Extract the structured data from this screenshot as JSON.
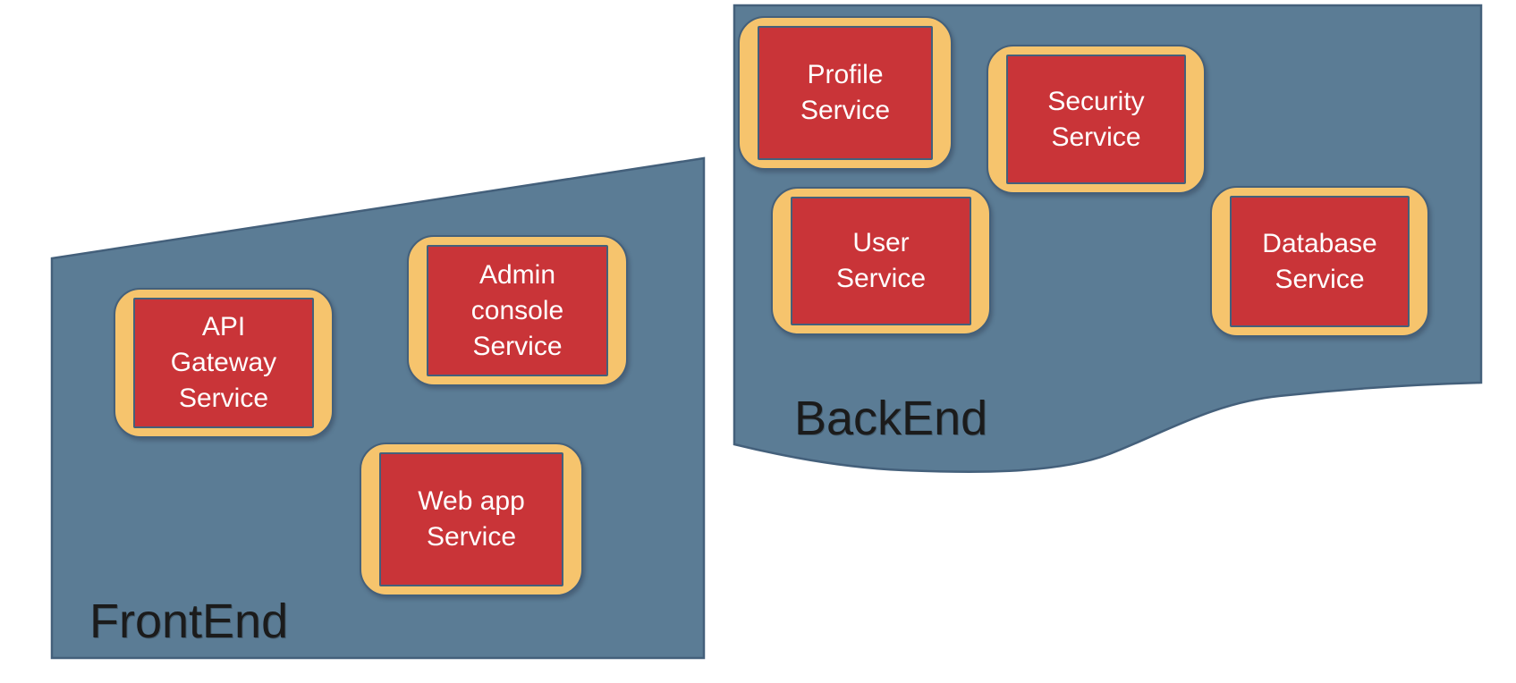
{
  "diagram_title": "",
  "colors": {
    "region_fill": "#5b7c95",
    "region_border": "#44607b",
    "service_frame": "#f6c46d",
    "service_fill": "#c93438",
    "service_text": "#ffffff",
    "region_label_text": "#1b1b1b"
  },
  "groups": [
    {
      "label": "FrontEnd",
      "services": [
        {
          "name": "api-gateway-service",
          "lines": [
            "API",
            "Gateway",
            "Service"
          ]
        },
        {
          "name": "admin-console-service",
          "lines": [
            "Admin",
            "console",
            "Service"
          ]
        },
        {
          "name": "web-app-service",
          "lines": [
            "Web app",
            "Service"
          ]
        }
      ]
    },
    {
      "label": "BackEnd",
      "services": [
        {
          "name": "profile-service",
          "lines": [
            "Profile",
            "Service"
          ]
        },
        {
          "name": "security-service",
          "lines": [
            "Security",
            "Service"
          ]
        },
        {
          "name": "user-service",
          "lines": [
            "User",
            "Service"
          ]
        },
        {
          "name": "database-service",
          "lines": [
            "Database",
            "Service"
          ]
        }
      ]
    }
  ]
}
